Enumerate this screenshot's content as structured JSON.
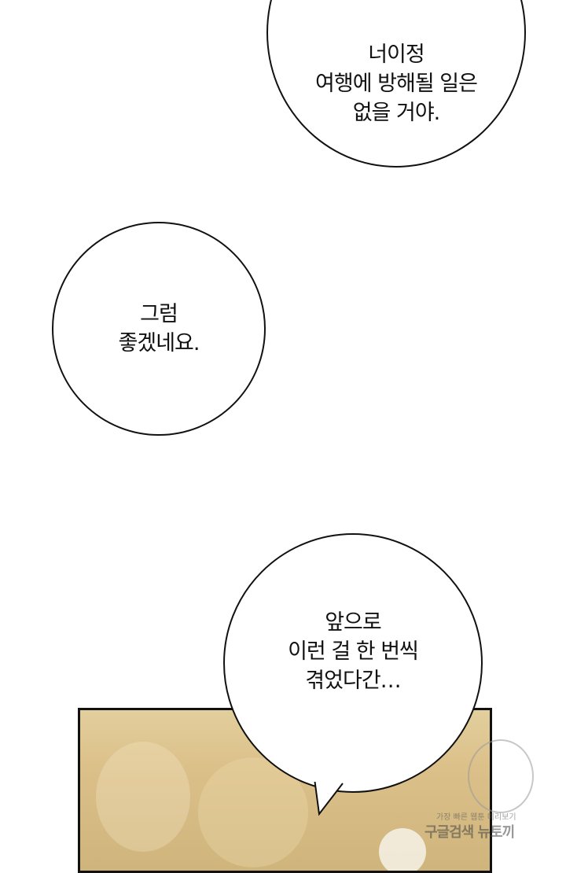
{
  "bubbles": [
    {
      "lines": [
        "너이정",
        "여행에 방해될 일은",
        "없을 거야."
      ]
    },
    {
      "lines": [
        "그럼",
        "좋겠네요."
      ]
    },
    {
      "lines": [
        "앞으로",
        "이런 걸 한 번씩",
        "겪었다간…"
      ]
    }
  ],
  "watermark": {
    "tagline": "가장 빠른 웹툰 미리보기",
    "brand": "구글검색 뉴토끼"
  },
  "colors": {
    "panel_bg": "#dcc08a",
    "bubble_bg": "#ffffff",
    "ink": "#111111"
  }
}
